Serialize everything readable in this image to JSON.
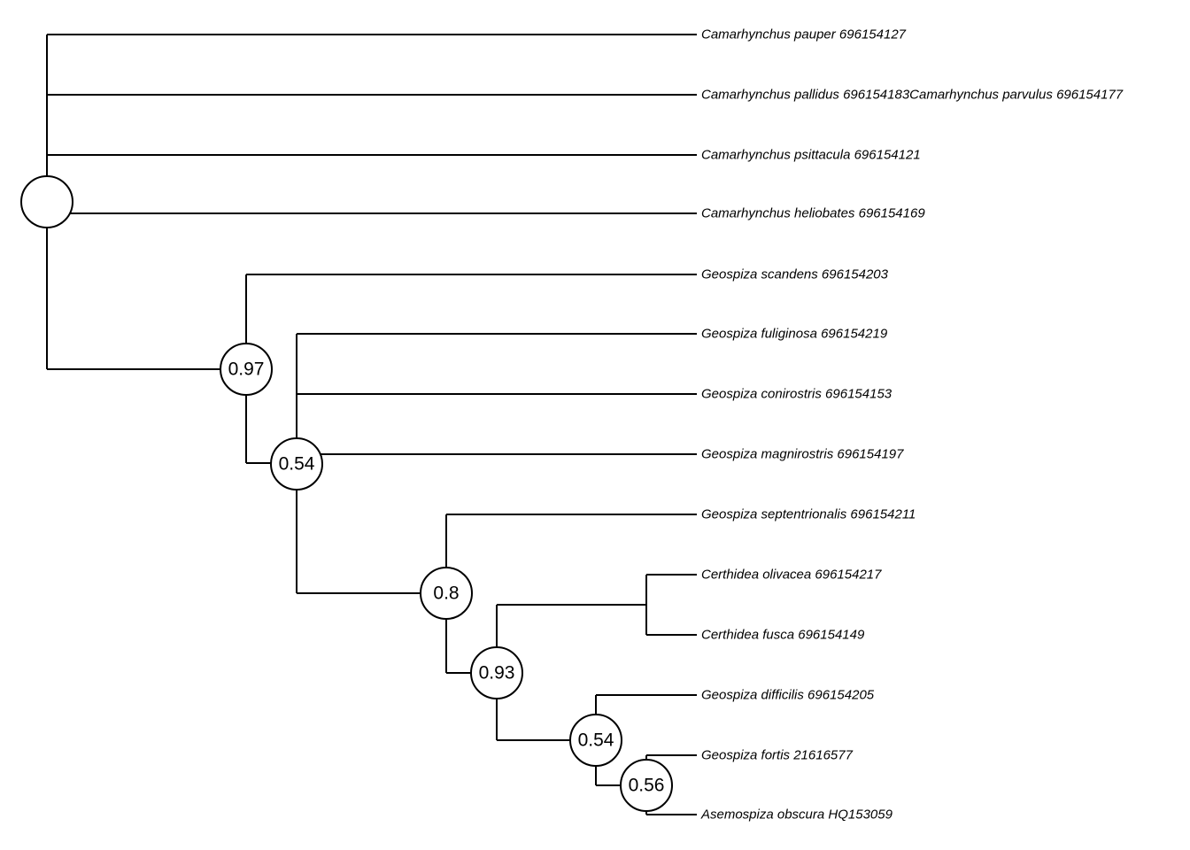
{
  "tree": {
    "leaves": [
      "Camarhynchus pauper 696154127",
      "Camarhynchus pallidus 696154183Camarhynchus parvulus 696154177",
      "Camarhynchus psittacula 696154121",
      "Camarhynchus heliobates 696154169",
      "Geospiza scandens 696154203",
      "Geospiza fuliginosa 696154219",
      "Geospiza conirostris 696154153",
      "Geospiza magnirostris 696154197",
      "Geospiza septentrionalis 696154211",
      "Certhidea olivacea 696154217",
      "Certhidea fusca 696154149",
      "Geospiza difficilis 696154205",
      "Geospiza fortis 21616577",
      "Asemospiza obscura HQ153059"
    ],
    "support_values": {
      "root": "",
      "geospiza_clade": "0.97",
      "ground_finch_clade": "0.54",
      "septentrionalis_clade": "0.8",
      "warbler_clade": "0.93",
      "difficilis_clade": "0.54",
      "fortis_obscura_clade": "0.56"
    }
  }
}
